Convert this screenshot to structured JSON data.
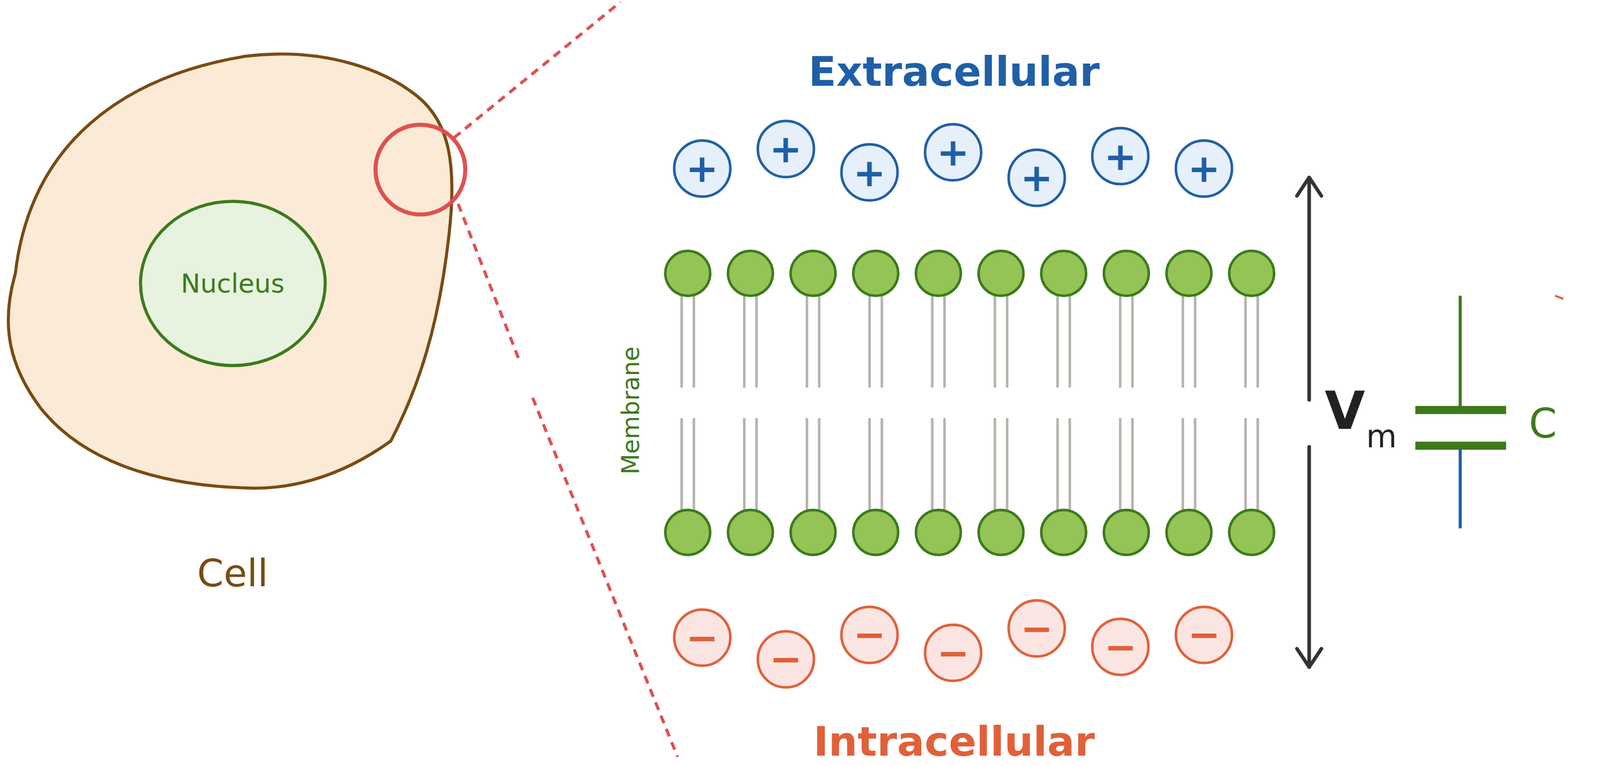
{
  "diagram": {
    "nodes": [
      {
        "text": [
          "Cell"
        ]
      },
      {
        "text": [
          "Nucleus"
        ],
        "in": 0
      },
      {
        "text": [
          "+"
        ]
      },
      {
        "text": [
          "+"
        ]
      },
      {
        "text": [
          "+"
        ]
      },
      {
        "text": [
          "+"
        ]
      },
      {
        "text": [
          "+"
        ]
      },
      {
        "text": [
          "+"
        ]
      },
      {
        "text": [
          "+"
        ]
      },
      {
        "text": [
          "−"
        ]
      },
      {
        "text": [
          "−"
        ]
      },
      {
        "text": [
          "−"
        ]
      },
      {
        "text": [
          "−"
        ]
      },
      {
        "text": [
          "−"
        ]
      },
      {
        "text": [
          "−"
        ]
      },
      {
        "text": [
          "−"
        ]
      }
    ],
    "edges": [],
    "labels": [
      "Extracellular",
      "Membrane",
      "V",
      "m",
      "C",
      "Intracellular"
    ]
  }
}
